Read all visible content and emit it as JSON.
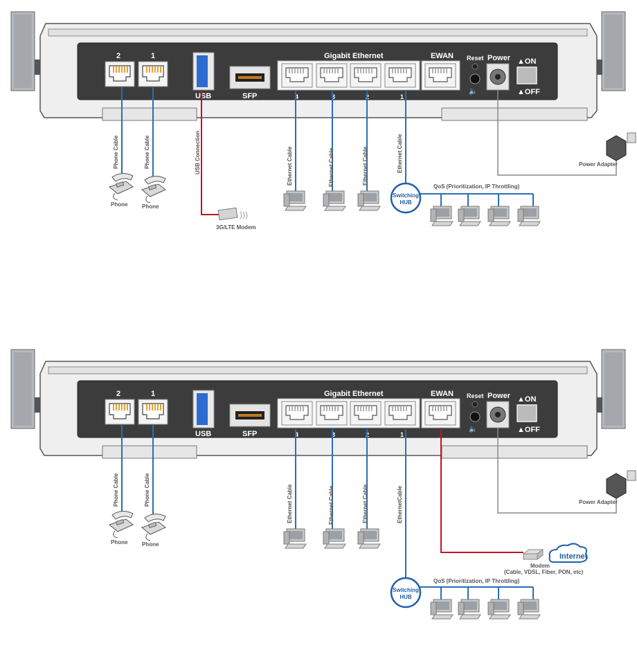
{
  "diagrams": [
    {
      "port_labels": {
        "phone2": "2",
        "phone1": "1",
        "usb": "USB",
        "sfp": "SFP",
        "gigabit": "Gigabit Ethernet",
        "lan4": "4",
        "lan3": "3",
        "lan2": "2",
        "lan1": "1",
        "ewan": "EWAN",
        "reset": "Reset",
        "power": "Power",
        "on": "ON",
        "off": "OFF"
      },
      "cable_labels": {
        "phone_cable_a": "Phone Cable",
        "phone_cable_b": "Phone Cable",
        "usb_connection": "USB Connection",
        "eth4": "Ethernet Cable",
        "eth3": "Ethernet Cable",
        "eth2": "Ethernet Cable",
        "eth1": "Ethernet Cable"
      },
      "device_labels": {
        "phone_a": "Phone",
        "phone_b": "Phone",
        "modem_3g": "3G/LTE Modem",
        "switching_hub_1": "Switching",
        "switching_hub_2": "HUB",
        "qos": "QoS (Prioritization, IP Throttling)",
        "power_adapter": "Power Adapter"
      }
    },
    {
      "port_labels": {
        "phone2": "2",
        "phone1": "1",
        "usb": "USB",
        "sfp": "SFP",
        "gigabit": "Gigabit Ethernet",
        "lan4": "4",
        "lan3": "3",
        "lan2": "2",
        "lan1": "1",
        "ewan": "EWAN",
        "reset": "Reset",
        "power": "Power",
        "on": "ON",
        "off": "OFF"
      },
      "cable_labels": {
        "phone_cable_a": "Phone Cable",
        "phone_cable_b": "Phone Cable",
        "eth4": "Ethernet Cable",
        "eth3": "Ethernet Cable",
        "eth2": "Ethernet Cable",
        "eth1": "EthernetCable"
      },
      "device_labels": {
        "phone_a": "Phone",
        "phone_b": "Phone",
        "modem": "Modem",
        "modem_types": "(Cable, VDSL, Fiber, PON, etc)",
        "internet": "Internet",
        "switching_hub_1": "Switching",
        "switching_hub_2": "HUB",
        "qos": "QoS (Prioritization, IP Throttling)",
        "power_adapter": "Power Adapter"
      }
    }
  ],
  "colors": {
    "panel": "#3c3c3c",
    "blue_cable": "#2a6db5",
    "red_cable": "#c0141c",
    "gray_cable": "#8a8a8a",
    "hub_circle": "#1f5fa8"
  }
}
